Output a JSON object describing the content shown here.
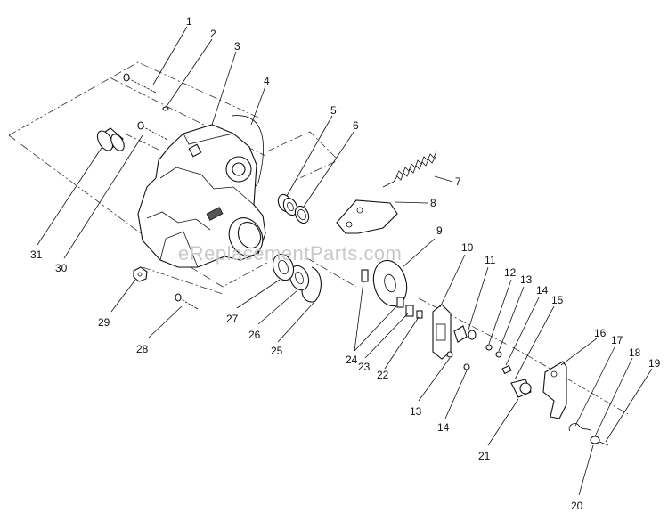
{
  "watermark": "eReplacementParts.com",
  "callouts": [
    {
      "id": "c1",
      "text": "1"
    },
    {
      "id": "c2",
      "text": "2"
    },
    {
      "id": "c3",
      "text": "3"
    },
    {
      "id": "c4",
      "text": "4"
    },
    {
      "id": "c5",
      "text": "5"
    },
    {
      "id": "c6",
      "text": "6"
    },
    {
      "id": "c7",
      "text": "7"
    },
    {
      "id": "c8",
      "text": "8"
    },
    {
      "id": "c9",
      "text": "9"
    },
    {
      "id": "c10",
      "text": "10"
    },
    {
      "id": "c11",
      "text": "11"
    },
    {
      "id": "c12",
      "text": "12"
    },
    {
      "id": "c13",
      "text": "13"
    },
    {
      "id": "c14",
      "text": "14"
    },
    {
      "id": "c15",
      "text": "15"
    },
    {
      "id": "c16",
      "text": "16"
    },
    {
      "id": "c17",
      "text": "17"
    },
    {
      "id": "c18",
      "text": "18"
    },
    {
      "id": "c19",
      "text": "19"
    },
    {
      "id": "c13b",
      "text": "13"
    },
    {
      "id": "c14b",
      "text": "14"
    },
    {
      "id": "c21",
      "text": "21"
    },
    {
      "id": "c20",
      "text": "20"
    },
    {
      "id": "c22",
      "text": "22"
    },
    {
      "id": "c23",
      "text": "23"
    },
    {
      "id": "c24",
      "text": "24"
    },
    {
      "id": "c25",
      "text": "25"
    },
    {
      "id": "c26",
      "text": "26"
    },
    {
      "id": "c27",
      "text": "27"
    },
    {
      "id": "c28",
      "text": "28"
    },
    {
      "id": "c29",
      "text": "29"
    },
    {
      "id": "c30",
      "text": "30"
    },
    {
      "id": "c31",
      "text": "31"
    }
  ]
}
